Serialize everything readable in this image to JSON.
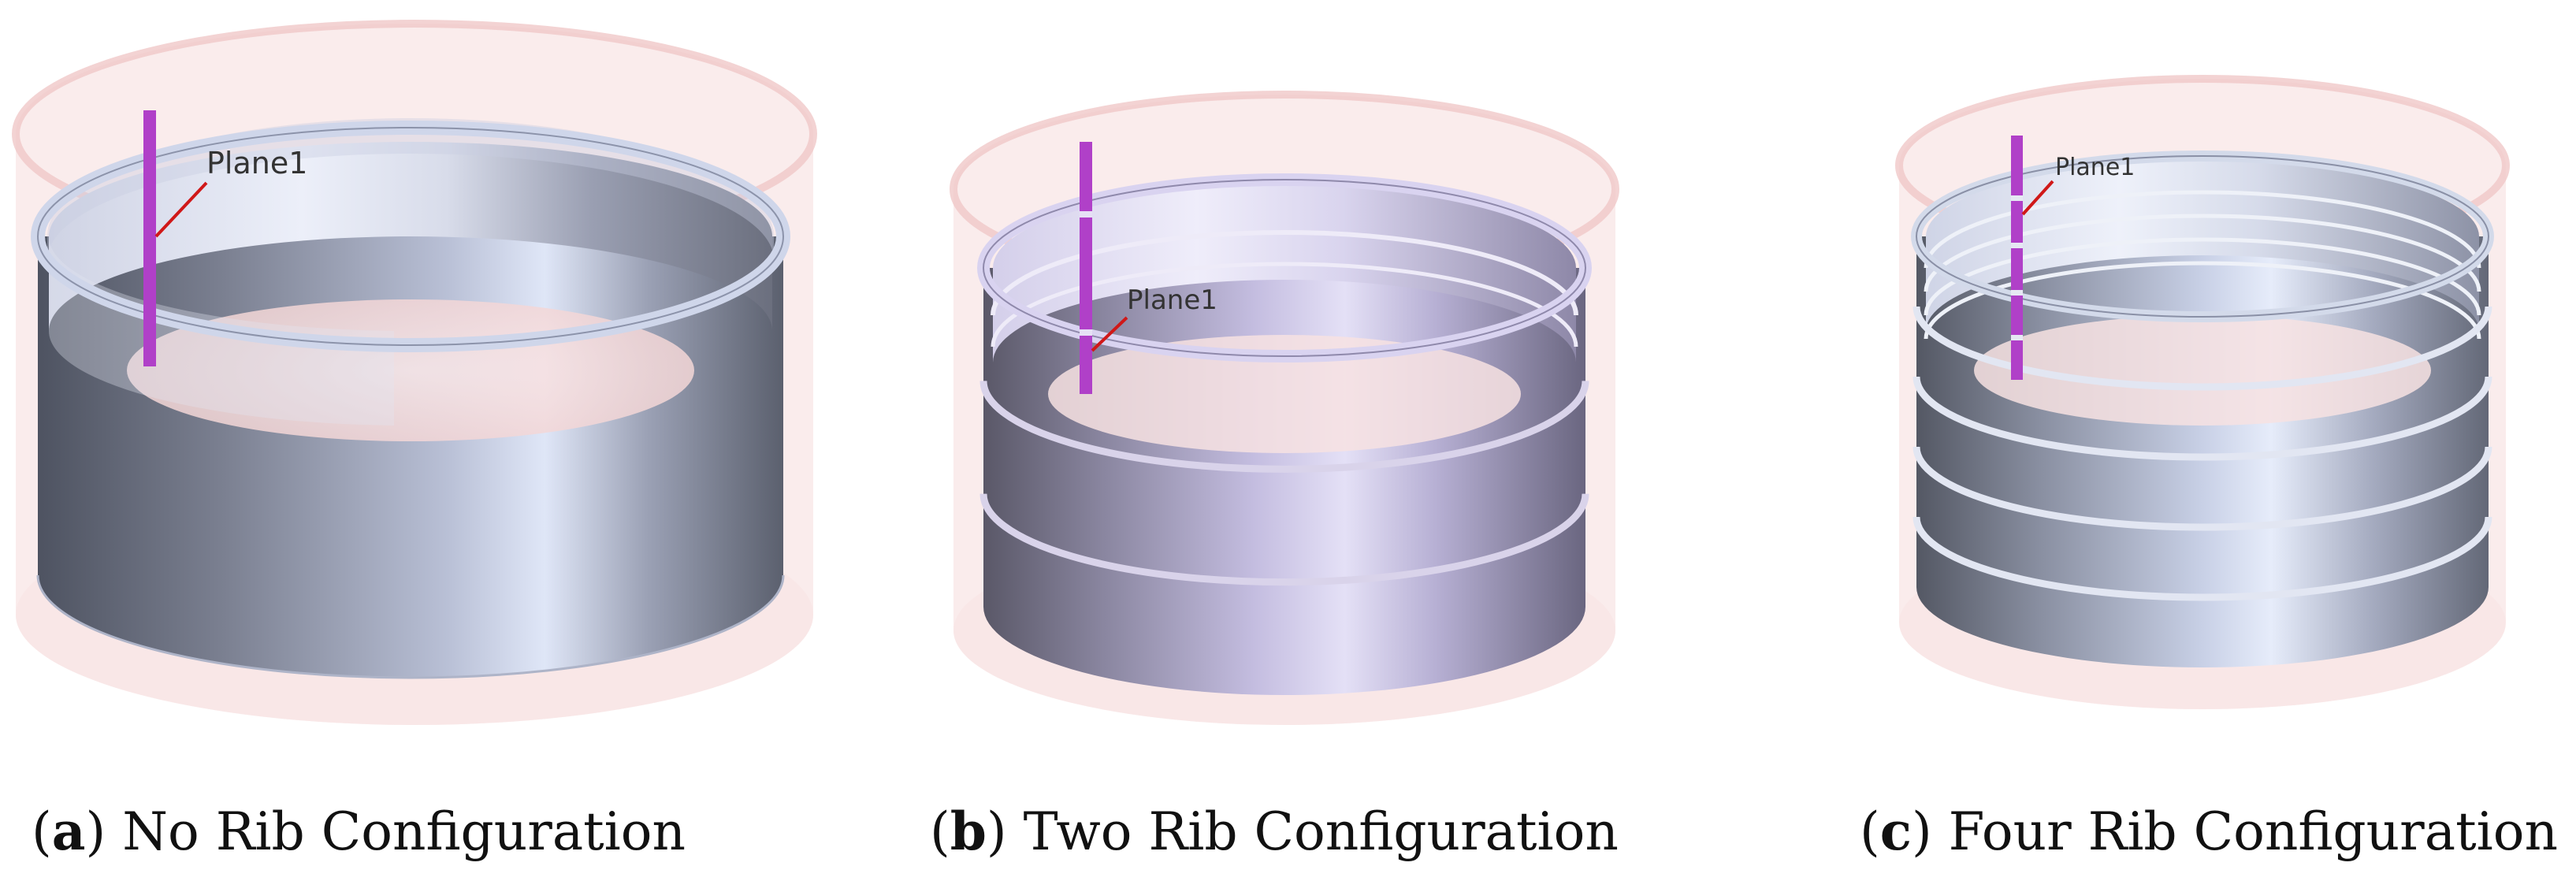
{
  "panels": [
    {
      "letter": "a",
      "caption": "No Rib Configuration",
      "ribs": 0,
      "plane_label": "Plane1"
    },
    {
      "letter": "b",
      "caption": "Two Rib Configuration",
      "ribs": 2,
      "plane_label": "Plane1"
    },
    {
      "letter": "c",
      "caption": "Four Rib Configuration",
      "ribs": 4,
      "plane_label": "Plane1"
    }
  ],
  "colors": {
    "shell_dark": "#555a68",
    "shell_light": "#c4cce0",
    "shell_lilac": "#c9bfe6",
    "transparent_vessel": "#f3c9c9",
    "rib": "#d9d3ea",
    "plane": "#b040c8",
    "leader": "#d01818"
  }
}
